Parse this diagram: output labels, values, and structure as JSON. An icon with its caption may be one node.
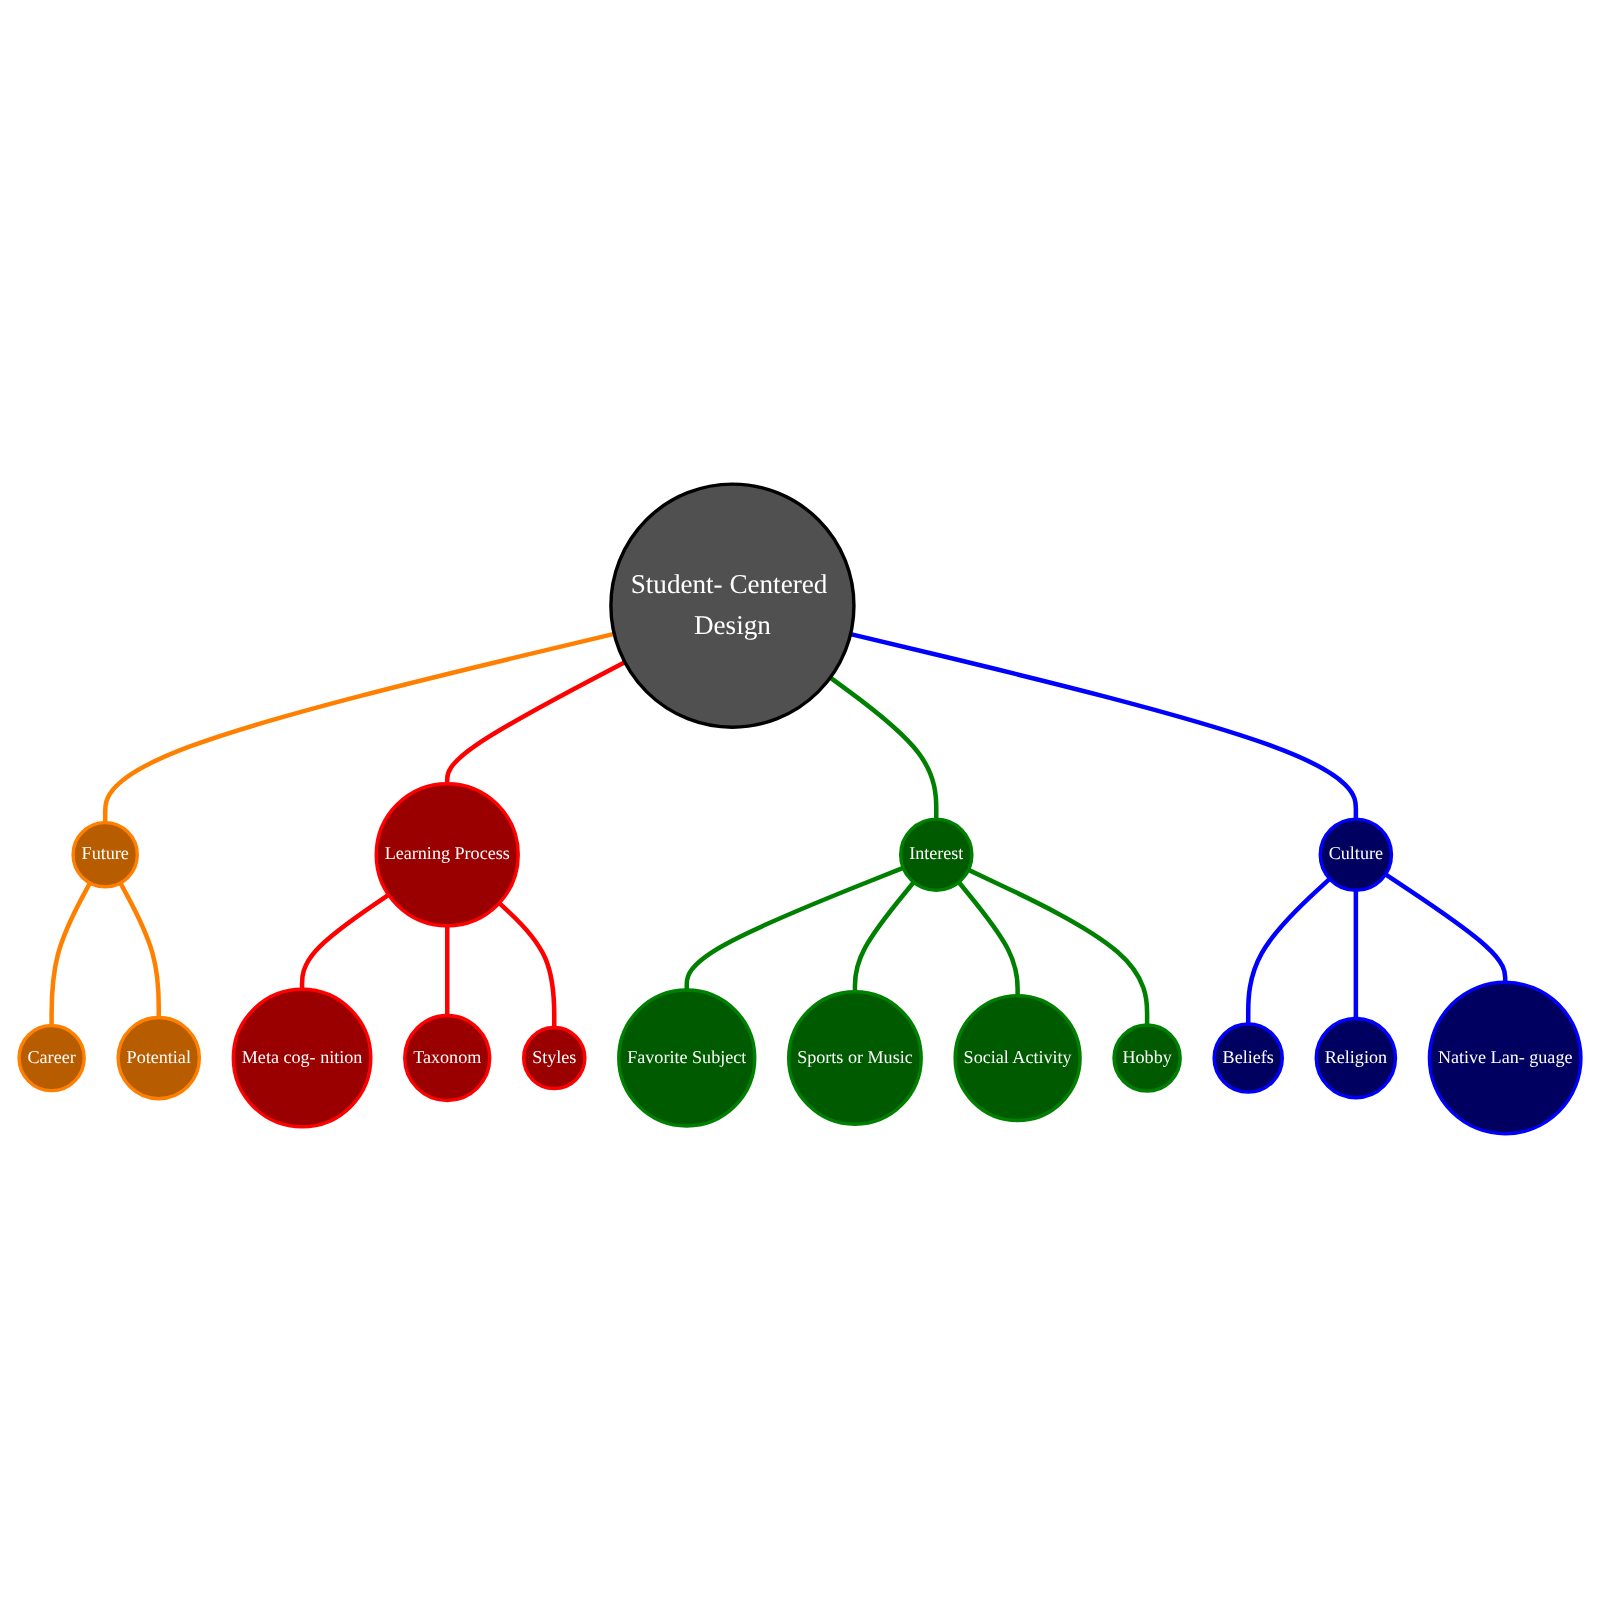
{
  "diagram": {
    "nodes": [
      {
        "text": [
          "Student- Centered Design"
        ]
      },
      {
        "text": [
          "Future"
        ]
      },
      {
        "text": [
          "Career"
        ]
      },
      {
        "text": [
          "Potential"
        ]
      },
      {
        "text": [
          "Learning Process"
        ]
      },
      {
        "text": [
          "Meta cog- nition"
        ]
      },
      {
        "text": [
          "Taxonom"
        ]
      },
      {
        "text": [
          "Styles"
        ]
      },
      {
        "text": [
          "Interest"
        ]
      },
      {
        "text": [
          "Favorite Subject"
        ]
      },
      {
        "text": [
          "Sports or Music"
        ]
      },
      {
        "text": [
          "Social Activity"
        ]
      },
      {
        "text": [
          "Hobby"
        ]
      },
      {
        "text": [
          "Culture"
        ]
      },
      {
        "text": [
          "Beliefs"
        ]
      },
      {
        "text": [
          "Religion"
        ]
      },
      {
        "text": [
          "Native Lan- guage"
        ]
      }
    ],
    "edges": [
      {
        "from": 0,
        "to": 1,
        "arrow": "none",
        "color": "#ff8000"
      },
      {
        "from": 1,
        "to": 2,
        "arrow": "none",
        "color": "#ff8000"
      },
      {
        "from": 1,
        "to": 3,
        "arrow": "none",
        "color": "#ff8000"
      },
      {
        "from": 0,
        "to": 4,
        "arrow": "none",
        "color": "#ff0000"
      },
      {
        "from": 4,
        "to": 5,
        "arrow": "none",
        "color": "#ff0000"
      },
      {
        "from": 4,
        "to": 6,
        "arrow": "none",
        "color": "#ff0000"
      },
      {
        "from": 4,
        "to": 7,
        "arrow": "none",
        "color": "#ff0000"
      },
      {
        "from": 0,
        "to": 8,
        "arrow": "none",
        "color": "#008000"
      },
      {
        "from": 8,
        "to": 9,
        "arrow": "none",
        "color": "#008000"
      },
      {
        "from": 8,
        "to": 10,
        "arrow": "none",
        "color": "#008000"
      },
      {
        "from": 8,
        "to": 11,
        "arrow": "none",
        "color": "#008000"
      },
      {
        "from": 8,
        "to": 12,
        "arrow": "none",
        "color": "#008000"
      },
      {
        "from": 0,
        "to": 13,
        "arrow": "none",
        "color": "#0000ff"
      },
      {
        "from": 13,
        "to": 14,
        "arrow": "none",
        "color": "#0000ff"
      },
      {
        "from": 13,
        "to": 15,
        "arrow": "none",
        "color": "#0000ff"
      },
      {
        "from": 13,
        "to": 16,
        "arrow": "none",
        "color": "#0000ff"
      }
    ]
  }
}
